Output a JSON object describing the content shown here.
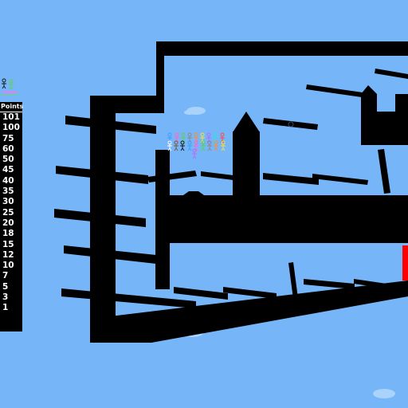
{
  "points_panel": {
    "header": "Points",
    "values": [
      "101",
      "100",
      "75",
      "60",
      "50",
      "45",
      "40",
      "35",
      "30",
      "25",
      "20",
      "18",
      "15",
      "12",
      "10",
      "7",
      "5",
      "3",
      "1"
    ]
  },
  "colors": {
    "sky": "#76b5f7",
    "structure": "#000000",
    "goal": "#ff0000",
    "stickmen": [
      "#3aa0ff",
      "#ff66cc",
      "#5ad15a",
      "#8a8a8a",
      "#ff8a3a",
      "#f2e23a",
      "#b46cff",
      "#2fe0e0",
      "#ff4a4a",
      "#ffffff",
      "#7a5a3a",
      "#1a1a1a"
    ]
  },
  "icons": {
    "stickman": "stickman-icon",
    "coin": "coin-icon"
  }
}
